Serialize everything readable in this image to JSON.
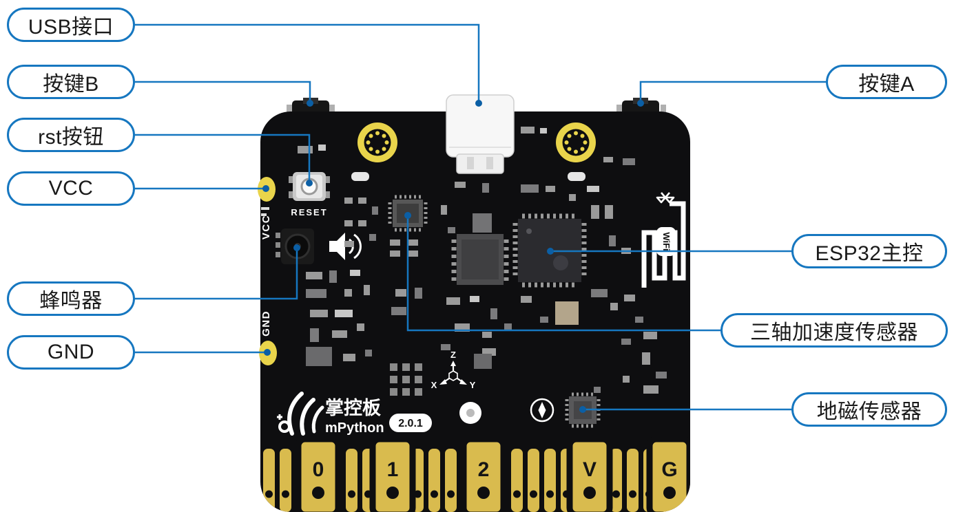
{
  "callouts": {
    "usb": "USB接口",
    "button_b": "按键B",
    "rst": "rst按钮",
    "vcc": "VCC",
    "buzzer": "蜂鸣器",
    "gnd": "GND",
    "button_a": "按键A",
    "esp32": "ESP32主控",
    "accelerometer": "三轴加速度传感器",
    "magnetometer": "地磁传感器"
  },
  "board": {
    "reset_label": "RESET",
    "vcc_silk": "VCC",
    "gnd_silk": "GND",
    "logo_cn": "掌控板",
    "logo_en": "mPython",
    "version": "2.0.1",
    "wifi_label": "WiFi",
    "axis": {
      "x": "X",
      "y": "Y",
      "z": "Z"
    },
    "pins": [
      "0",
      "1",
      "2",
      "V",
      "G"
    ]
  },
  "colors": {
    "accent_blue": "#1677c0",
    "dot_blue": "#0b5fa5",
    "board_black": "#0e0e10",
    "pad_gold": "#d9bb4e",
    "hole_yellow": "#e9d44b"
  }
}
